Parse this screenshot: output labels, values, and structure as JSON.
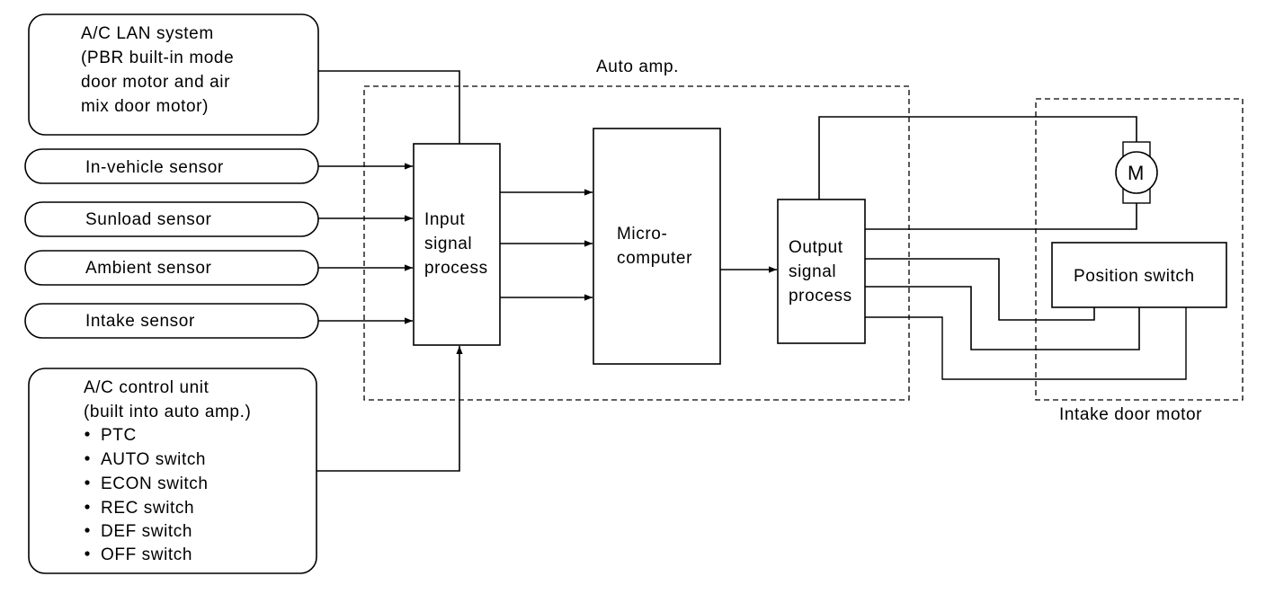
{
  "lan_system": {
    "lines": [
      "A/C LAN system",
      "(PBR built-in mode",
      "door motor and air",
      "mix door motor)"
    ]
  },
  "sensors": [
    "In-vehicle sensor",
    "Sunload sensor",
    "Ambient sensor",
    "Intake sensor"
  ],
  "control_unit": {
    "title_lines": [
      "A/C control unit",
      "(built into auto amp.)"
    ],
    "items": [
      "PTC",
      "AUTO switch",
      "ECON switch",
      "REC switch",
      "DEF switch",
      "OFF switch"
    ]
  },
  "auto_amp_label": "Auto amp.",
  "input_process": [
    "Input",
    "signal",
    "process"
  ],
  "microcomputer": [
    "Micro-",
    "computer"
  ],
  "output_process": [
    "Output",
    "signal",
    "process"
  ],
  "motor_symbol": "M",
  "position_switch": "Position switch",
  "intake_motor_label": "Intake door motor"
}
